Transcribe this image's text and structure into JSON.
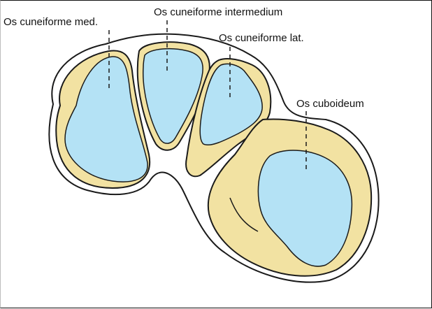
{
  "labels": {
    "cuneiforme_med": "Os cuneiforme med.",
    "cuneiforme_intermedium": "Os cuneiforme intermedium",
    "cuneiforme_lat": "Os cuneiforme lat.",
    "cuboideum": "Os cuboideum"
  },
  "colors": {
    "background": "#ffffff",
    "cortical_bone": "#f2e2a2",
    "spongy_bone": "#b4e2f5",
    "outline": "#1a1a1a",
    "text": "#111111"
  }
}
